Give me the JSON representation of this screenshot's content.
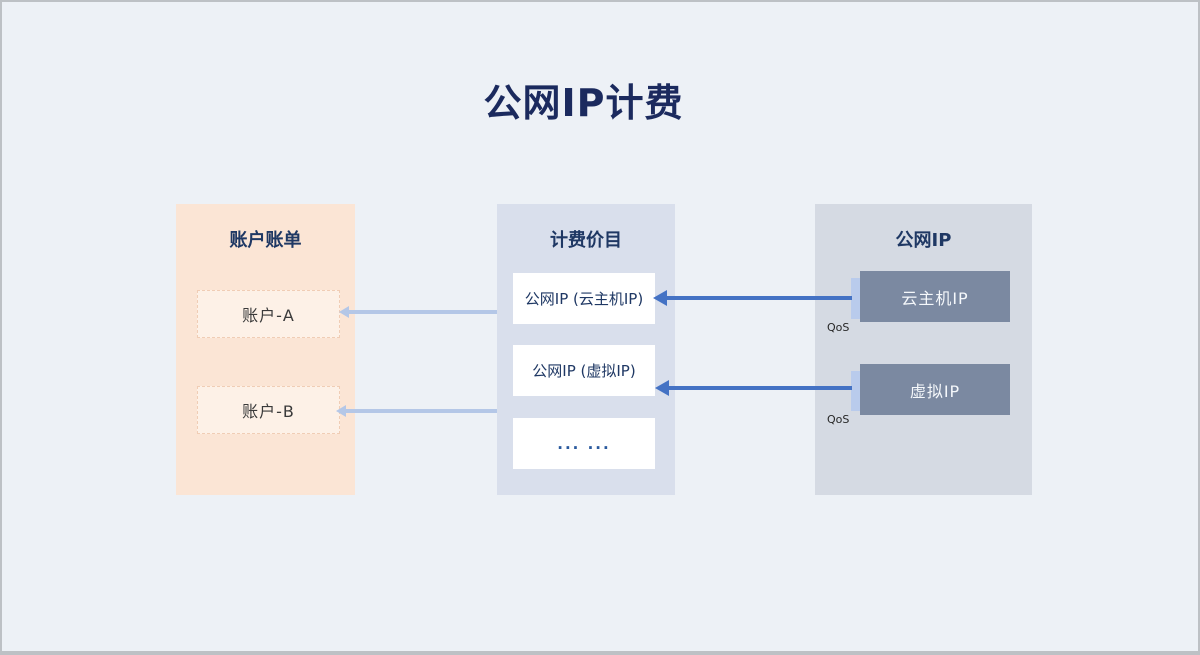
{
  "title": "公网IP计费",
  "panels": {
    "accounts": {
      "header": "账户账单",
      "boxes": [
        "账户-A",
        "账户-B"
      ]
    },
    "pricing": {
      "header": "计费价目",
      "boxes": [
        "公网IP (云主机IP)",
        "公网IP (虚拟IP)",
        "... ..."
      ]
    },
    "public_ip": {
      "header": "公网IP",
      "boxes": [
        "云主机IP",
        "虚拟IP"
      ],
      "qos_label": "QoS"
    }
  },
  "colors": {
    "page_background": "#edf1f6",
    "accounts_panel": "#fbe5d5",
    "accounts_box": "#fdf1e7",
    "pricing_panel": "#d9dfec",
    "pricing_box": "#ffffff",
    "publicip_panel": "#d5dae3",
    "publicip_box": "#7b89a1",
    "tab": "#b9cbec",
    "arrow_dark": "#4472c4",
    "arrow_light": "#b4c7e7",
    "title_text": "#1b2a5e",
    "header_text": "#1f3864"
  }
}
